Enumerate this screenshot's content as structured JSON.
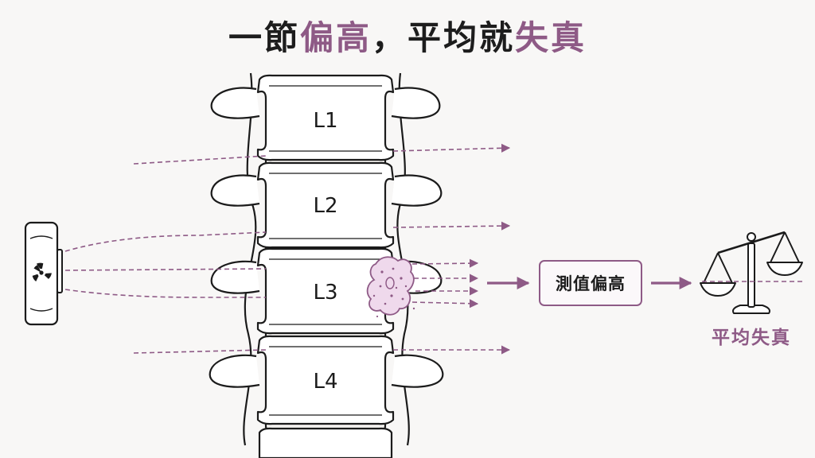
{
  "title": {
    "part1": "一節",
    "part2": "偏高",
    "part3": "，平均就",
    "part4": "失真"
  },
  "vertebrae": [
    {
      "label": "L1"
    },
    {
      "label": "L2"
    },
    {
      "label": "L3"
    },
    {
      "label": "L4"
    }
  ],
  "result_box": {
    "label": "測值偏高"
  },
  "scale": {
    "label": "平均失真"
  },
  "icons": {
    "source": "radiation-icon",
    "scale": "balance-scale-icon"
  },
  "colors": {
    "accent": "#8e5a86",
    "ink": "#1d1d1d",
    "lesion_fill": "#efd9ec"
  }
}
